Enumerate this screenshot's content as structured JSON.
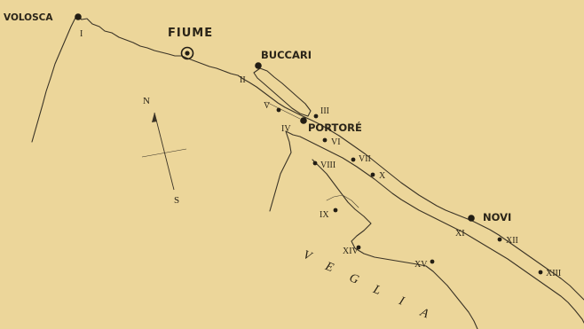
{
  "background": "#ecd69a",
  "ink": "#2a2418",
  "places": {
    "volosca": "VOLOSCA",
    "fiume": "FIUME",
    "buccari": "BUCCARI",
    "portore": "PORTORÉ",
    "novi": "NOVI"
  },
  "island": [
    "V",
    "E",
    "G",
    "L",
    "I",
    "A"
  ],
  "compass": {
    "north": "N",
    "south": "S"
  },
  "numerals": {
    "n1": "I",
    "n2": "II",
    "n3": "III",
    "n4": "IV",
    "n5": "V",
    "n6": "VI",
    "n7": "VII",
    "n8": "VIII",
    "n9": "IX",
    "n10": "X",
    "n11": "XI",
    "n12": "XII",
    "n13": "XIII",
    "n14": "XIV",
    "n15": "XV"
  }
}
